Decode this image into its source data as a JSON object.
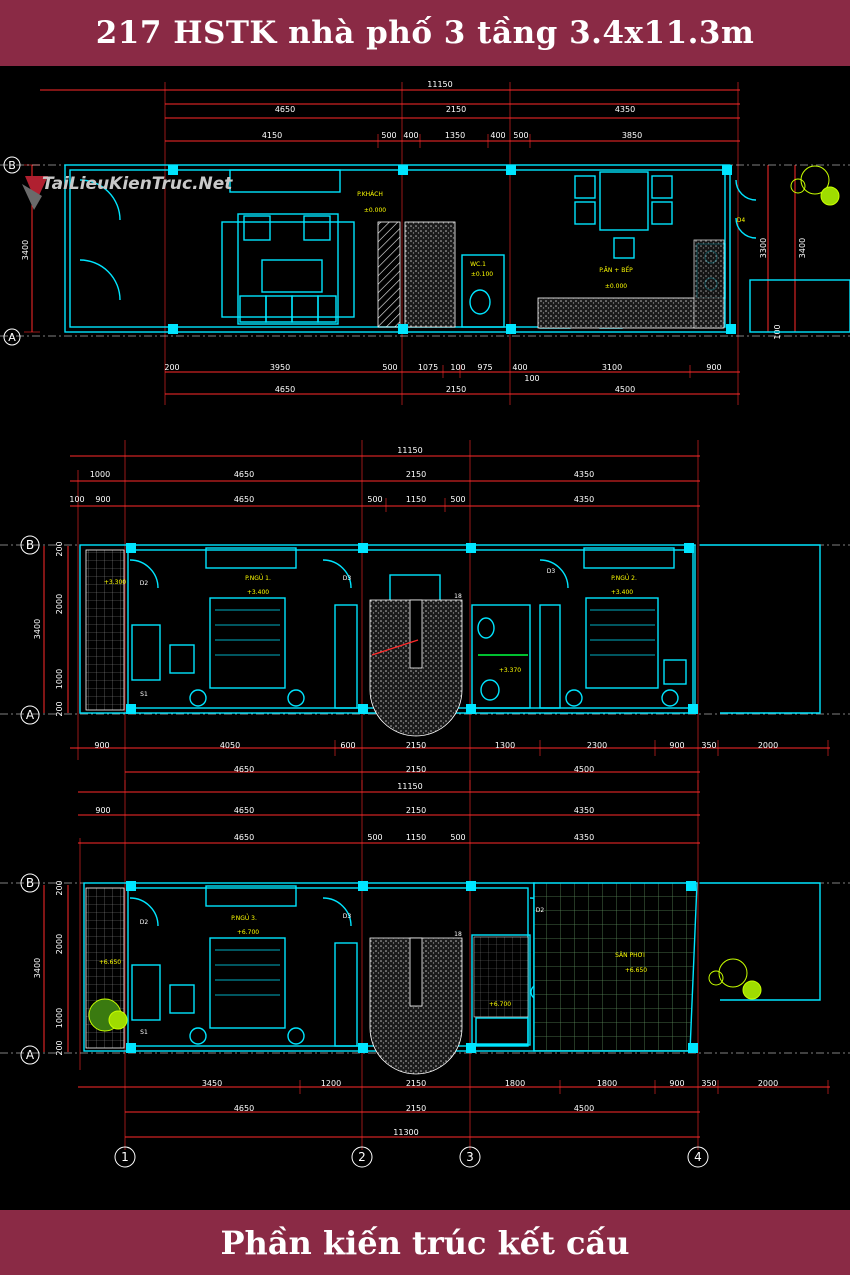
{
  "header": {
    "title": "217 HSTK nhà phố 3 tầng 3.4x11.3m"
  },
  "footer": {
    "title": "Phần kiến trúc kết cấu"
  },
  "watermark": {
    "text": "TaiLieuKienTruc.Net"
  },
  "colors": {
    "banner": "#8a2a45",
    "dim": "#ff2a2a",
    "wall": "#00e5ff",
    "grid": "#ffffff",
    "plant": "#c8ff00"
  },
  "plan1": {
    "dims_top": [
      "11150",
      "4650",
      "2150",
      "4350",
      "4150",
      "500",
      "400",
      "1350",
      "400",
      "500",
      "3850"
    ],
    "dims_bottom": [
      "200",
      "3950",
      "500",
      "1075",
      "100",
      "975",
      "400",
      "3100",
      "900",
      "100",
      "4650",
      "2150",
      "4500"
    ],
    "dims_left": [
      "3400"
    ],
    "dims_right": [
      "3300",
      "3400",
      "100"
    ],
    "rooms": [
      "P.KHÁCH",
      "P.ĂN + BẾP",
      "WC.1"
    ],
    "levels": [
      "±0.000",
      "±0.000",
      "±0.100"
    ],
    "door_tags": [
      "D4"
    ]
  },
  "plan2": {
    "dims_top": [
      "11150",
      "1000",
      "4650",
      "2150",
      "4350",
      "100",
      "900",
      "4650",
      "500",
      "1150",
      "500",
      "4350"
    ],
    "dims_bottom": [
      "900",
      "4050",
      "600",
      "2150",
      "1300",
      "2300",
      "900",
      "350",
      "2000",
      "4650",
      "2150",
      "4500"
    ],
    "dims_left": [
      "200",
      "2000",
      "1000",
      "200",
      "3400"
    ],
    "rooms": [
      "P.NGỦ 1.",
      "P.NGỦ 2."
    ],
    "levels": [
      "+3.400",
      "+3.400",
      "+3.300",
      "+3.370"
    ],
    "door_tags": [
      "D2",
      "D3",
      "D3",
      "S1"
    ],
    "stair_step": "18"
  },
  "plan3": {
    "dims_top": [
      "11150",
      "900",
      "4650",
      "2150",
      "4350",
      "4650",
      "500",
      "1150",
      "500",
      "4350"
    ],
    "dims_bottom": [
      "3450",
      "1200",
      "2150",
      "1800",
      "1800",
      "900",
      "350",
      "2000",
      "4650",
      "2150",
      "4500",
      "11300"
    ],
    "dims_left": [
      "200",
      "2000",
      "1000",
      "200",
      "3400"
    ],
    "rooms": [
      "P.NGỦ 3.",
      "SÂN PHƠI"
    ],
    "levels": [
      "+6.700",
      "+6.650",
      "+6.650",
      "+6.700"
    ],
    "door_tags": [
      "D2",
      "D3",
      "D2",
      "S1"
    ],
    "stair_step": "18"
  },
  "grid_labels": {
    "rows": [
      "A",
      "B"
    ],
    "cols": [
      "1",
      "2",
      "3",
      "4"
    ]
  }
}
